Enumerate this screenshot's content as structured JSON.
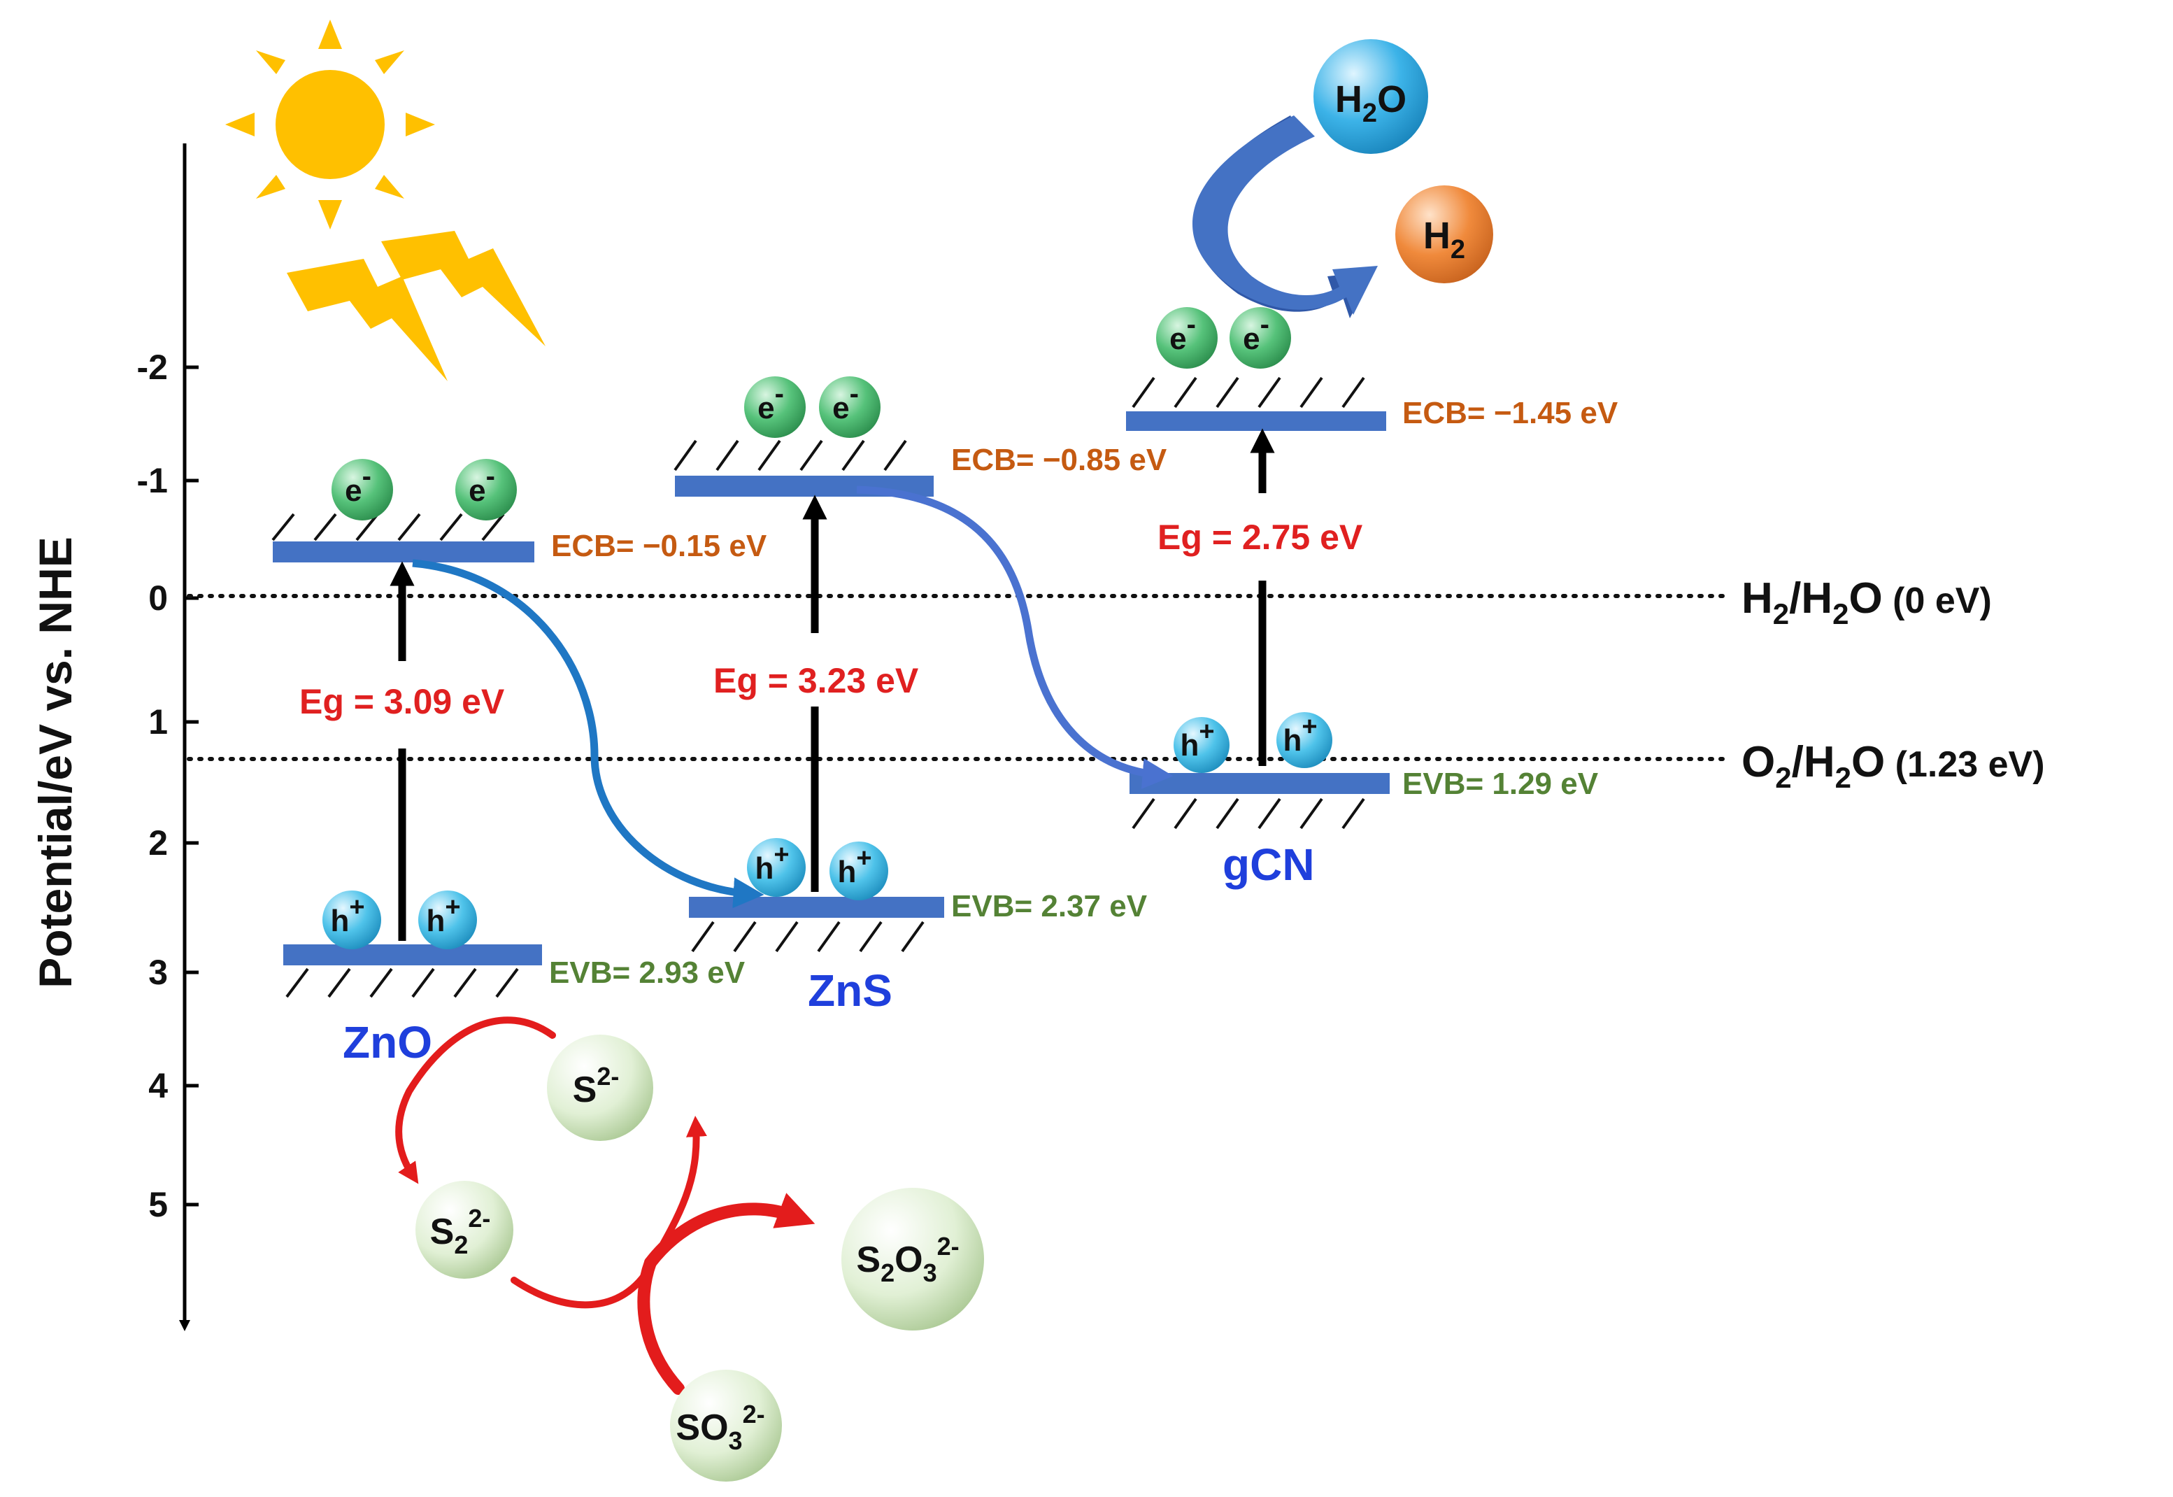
{
  "axis": {
    "title": "Potential/eV vs. NHE",
    "ticks": [
      "-2",
      "-1",
      "0",
      "1",
      "2",
      "3",
      "4",
      "5"
    ]
  },
  "references": {
    "h2": {
      "species": "H",
      "sub": "2",
      "sep": "/H",
      "sub2": "2",
      "tail": "O",
      "value": " (0 eV)"
    },
    "o2": {
      "species": "O",
      "sub": "2",
      "sep": "/H",
      "sub2": "2",
      "tail": "O",
      "value": " (1.23 eV)"
    }
  },
  "materials": [
    {
      "name": "ZnO",
      "ecb": "ECB= −0.15 eV",
      "evb": "EVB= 2.93 eV",
      "eg": "Eg = 3.09 eV"
    },
    {
      "name": "ZnS",
      "ecb": "ECB= −0.85 eV",
      "evb": "EVB= 2.37 eV",
      "eg": "Eg = 3.23 eV"
    },
    {
      "name": "gCN",
      "ecb": "ECB= −1.45 eV",
      "evb": "EVB= 1.29 eV",
      "eg": "Eg = 2.75 eV"
    }
  ],
  "carriers": {
    "electron": "e",
    "electron_sup": "-",
    "hole": "h",
    "hole_sup": "+"
  },
  "species": {
    "h2o": {
      "base": "H",
      "sub": "2",
      "tail": "O"
    },
    "h2": {
      "base": "H",
      "sub": "2"
    },
    "s2m": {
      "base": "S",
      "sup": "2-"
    },
    "s22m": {
      "base": "S",
      "sub": "2",
      "sup": "2-"
    },
    "s2o3": {
      "base": "S",
      "sub": "2",
      "mid": "O",
      "sub2": "3",
      "sup": "2-"
    },
    "so3": {
      "base": "SO",
      "sub": "3",
      "sup": "2-"
    }
  },
  "colors": {
    "band": "#4472c4",
    "electron_ball": "#56c27a",
    "hole_ball": "#4fc3ea",
    "h2o_ball": "#3cb3e8",
    "h2_ball": "#f08a3c",
    "ion_ball": "#d6ebc7",
    "sun": "#ffc000",
    "eg_text": "#e02020",
    "ecb_text": "#c55a11",
    "evb_text": "#548235",
    "material_text": "#1f3fdc",
    "sulfur_cycle": "#e31c1c"
  }
}
